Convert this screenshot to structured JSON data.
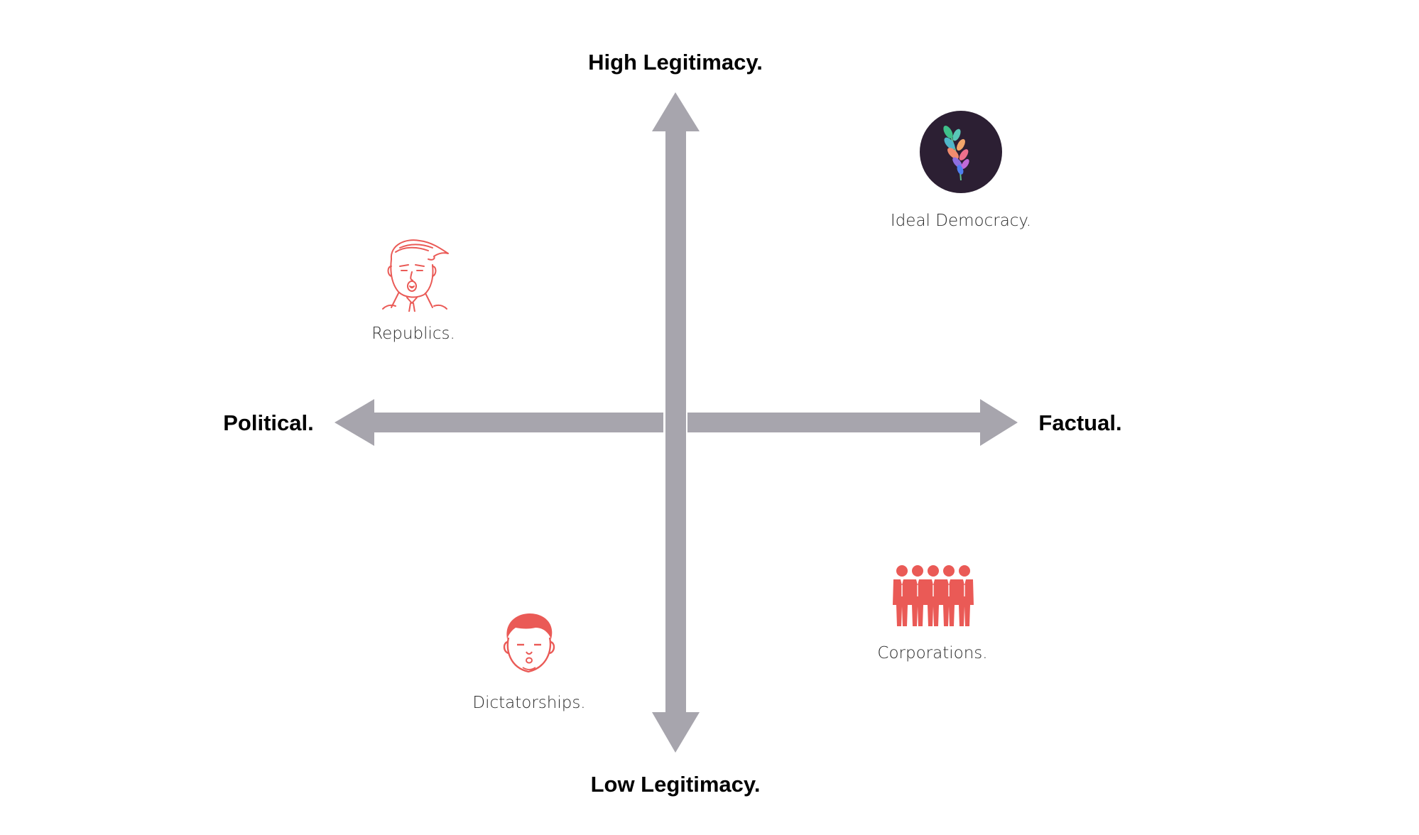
{
  "axes": {
    "top": "High Legitimacy.",
    "bottom": "Low Legitimacy.",
    "left": "Political.",
    "right": "Factual."
  },
  "quadrants": {
    "top_right": {
      "label": "Ideal Democracy.",
      "icon": "olive-branch-icon"
    },
    "top_left": {
      "label": "Republics.",
      "icon": "trump-caricature-icon"
    },
    "bottom_left": {
      "label": "Dictatorships.",
      "icon": "kim-caricature-icon"
    },
    "bottom_right": {
      "label": "Corporations.",
      "icon": "businessmen-group-icon"
    }
  },
  "colors": {
    "arrow": "#a7a5ad",
    "accent": "#ea5a56",
    "dark_circle": "#2c1f33",
    "text": "#000000"
  }
}
